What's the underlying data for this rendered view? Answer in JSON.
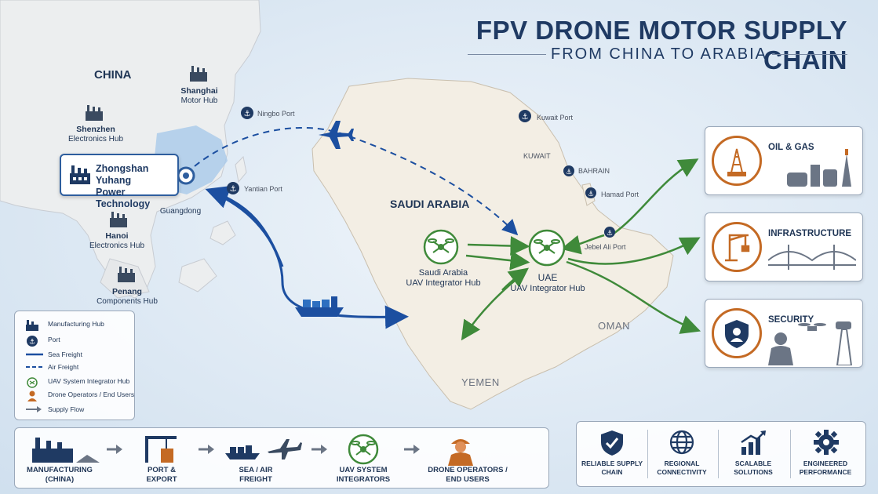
{
  "header": {
    "title": "FPV DRONE MOTOR SUPPLY CHAIN",
    "subtitle": "FROM CHINA TO ARABIA"
  },
  "map_labels": {
    "china": "CHINA",
    "saudi_arabia": "SAUDI ARABIA",
    "kuwait": "KUWAIT",
    "bahrain": "BAHRAIN",
    "oman": "OMAN",
    "yemen": "YEMEN",
    "guangdong": "Guangdong"
  },
  "hubs": {
    "shanghai": {
      "name": "Shanghai",
      "type": "Motor Hub"
    },
    "shenzhen": {
      "name": "Shenzhen",
      "type": "Electronics Hub"
    },
    "hanoi": {
      "name": "Hanoi",
      "type": "Electronics Hub"
    },
    "penang": {
      "name": "Penang",
      "type": "Components Hub"
    }
  },
  "ports": {
    "ningbo": "Ningbo Port",
    "yantian": "Yantian Port",
    "kuwait": "Kuwait Port",
    "hamad": "Hamad Port",
    "jebel_ali": "Jebel Ali Port"
  },
  "callout": {
    "line1": "Zhongshan Yuhang",
    "line2": "Power Technology"
  },
  "integrators": {
    "saudi": {
      "line1": "Saudi Arabia",
      "line2": "UAV Integrator Hub"
    },
    "uae": {
      "line1": "UAE",
      "line2": "UAV Integrator Hub"
    }
  },
  "legend": {
    "items": [
      "Manufacturing Hub",
      "Port",
      "Sea Freight",
      "Air Freight",
      "UAV System Integrator Hub",
      "Drone Operators / End Users",
      "Supply Flow"
    ]
  },
  "flow": {
    "steps": [
      {
        "line1": "MANUFACTURING",
        "line2": "(CHINA)"
      },
      {
        "line1": "PORT &",
        "line2": "EXPORT"
      },
      {
        "line1": "SEA / AIR",
        "line2": "FREIGHT"
      },
      {
        "line1": "UAV SYSTEM",
        "line2": "INTEGRATORS"
      },
      {
        "line1": "DRONE OPERATORS /",
        "line2": "END USERS"
      }
    ]
  },
  "sectors": [
    "OIL & GAS",
    "INFRASTRUCTURE",
    "SECURITY"
  ],
  "values": [
    {
      "line1": "RELIABLE SUPPLY",
      "line2": "CHAIN"
    },
    {
      "line1": "REGIONAL",
      "line2": "CONNECTIVITY"
    },
    {
      "line1": "SCALABLE",
      "line2": "SOLUTIONS"
    },
    {
      "line1": "ENGINEERED",
      "line2": "PERFORMANCE"
    }
  ],
  "colors": {
    "sea": "#1c4fa0",
    "flow": "#3f8a3a",
    "accent": "#c46a24",
    "text": "#1f3555"
  }
}
